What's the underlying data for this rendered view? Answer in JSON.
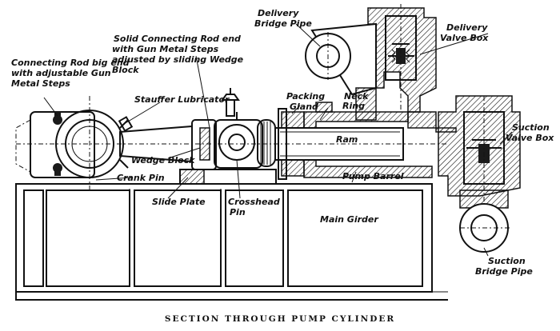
{
  "caption": "SECTION  THROUGH  PUMP  CYLINDER",
  "labels": {
    "delivery_bridge_pipe": [
      "Delivery",
      "Bridge Pipe"
    ],
    "delivery_valve_box": [
      "Delivery",
      "Valve Box"
    ],
    "solid_connecting_rod": [
      "Solid Connecting Rod end",
      "with Gun Metal Steps",
      "adjusted by sliding Wedge",
      "Block"
    ],
    "connecting_rod_big_end": [
      "Connecting Rod big end",
      "with adjustable Gun",
      "Metal Steps"
    ],
    "stauffer_lubricator": "Stauffer Lubricator",
    "packing_gland": [
      "Packing",
      "Gland"
    ],
    "neck_ring": [
      "Neck",
      "Ring"
    ],
    "ram": "Ram",
    "suction_valve_box": [
      "Suction",
      "Valve Box"
    ],
    "wedge_block": "Wedge Block",
    "pump_barrel": "Pump Barrel",
    "crank_pin": "Crank Pin",
    "slide_plate": "Slide Plate",
    "crosshead_pin": [
      "Crosshead",
      "Pin"
    ],
    "main_girder": "Main Girder",
    "suction_bridge_pipe": [
      "Suction",
      "Bridge Pipe"
    ]
  }
}
